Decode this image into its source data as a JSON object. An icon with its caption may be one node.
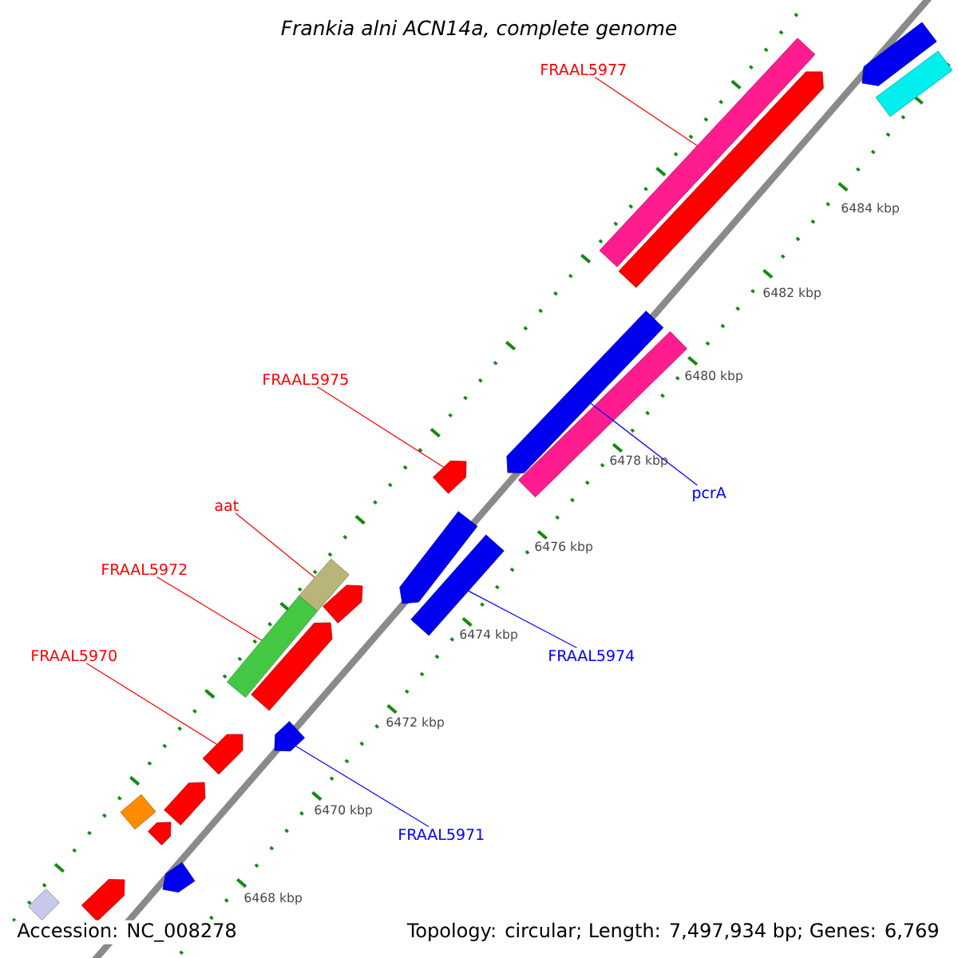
{
  "diagram": {
    "title": "Frankia alni ACN14a, complete genome",
    "nodes": [
      {
        "text": [
          "FRAAL5977"
        ]
      },
      {
        "text": [
          "FRAAL5975"
        ]
      },
      {
        "text": [
          "aat"
        ]
      },
      {
        "text": [
          "FRAAL5972"
        ]
      },
      {
        "text": [
          "FRAAL5970"
        ]
      },
      {
        "text": [
          "pcrA"
        ]
      },
      {
        "text": [
          "FRAAL5974"
        ]
      },
      {
        "text": [
          "FRAAL5971"
        ]
      },
      {
        "text": [],
        "shape": "bar"
      },
      {
        "text": [],
        "shape": "bar"
      },
      {
        "text": [],
        "shape": "bar"
      },
      {
        "text": [],
        "shape": "bar"
      },
      {
        "text": [],
        "shape": "bar"
      },
      {
        "text": [],
        "shape": "bar"
      },
      {
        "text": [],
        "shape": "bar"
      },
      {
        "text": [],
        "shape": "bar"
      },
      {
        "text": [],
        "shape": "bar"
      },
      {
        "text": [],
        "shape": "bar"
      },
      {
        "text": [],
        "shape": "bar"
      },
      {
        "text": [],
        "shape": "bar"
      },
      {
        "text": [],
        "shape": "bar"
      },
      {
        "text": [],
        "shape": "bar"
      },
      {
        "text": [],
        "shape": "bar"
      },
      {
        "text": [],
        "shape": "bar"
      },
      {
        "text": [],
        "shape": "bar"
      },
      {
        "text": [],
        "shape": "bar"
      },
      {
        "text": [],
        "shape": "bar"
      },
      {
        "text": [],
        "shape": "bar"
      },
      {
        "text": [],
        "shape": "bar"
      }
    ],
    "edges": [
      {
        "from": 0,
        "to": 10,
        "arrow": "none"
      },
      {
        "from": 1,
        "to": 14,
        "arrow": "none"
      },
      {
        "from": 2,
        "to": 16,
        "arrow": "none"
      },
      {
        "from": 3,
        "to": 19,
        "arrow": "none"
      },
      {
        "from": 4,
        "to": 22,
        "arrow": "none"
      },
      {
        "from": 5,
        "to": 12,
        "arrow": "none",
        "color": "#0000ff"
      },
      {
        "from": 6,
        "to": 17,
        "arrow": "none",
        "color": "#0000ff"
      },
      {
        "from": 7,
        "to": 21,
        "arrow": "none",
        "color": "#0000ff"
      }
    ],
    "labels": [
      "6484 kbp",
      "6482 kbp",
      "6480 kbp",
      "6478 kbp",
      "6476 kbp",
      "6474 kbp",
      "6472 kbp",
      "6470 kbp",
      "6468 kbp",
      "Accession: NC_008278",
      "Topology: circular; Length: 7,497,934 bp; Genes: 6,769"
    ]
  }
}
